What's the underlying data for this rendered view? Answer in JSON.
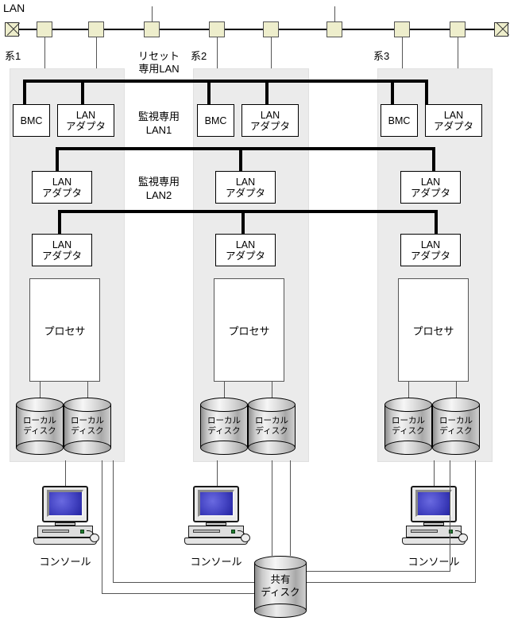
{
  "diagram": {
    "title": "LAN",
    "labels": {
      "lan": "LAN",
      "reset_lan_line1": "リセット",
      "reset_lan_line2": "専用LAN",
      "monitor_lan1_line1": "監視専用",
      "monitor_lan1_line2": "LAN1",
      "monitor_lan2_line1": "監視専用",
      "monitor_lan2_line2": "LAN2"
    },
    "systems": [
      {
        "name": "系1",
        "bmc": "BMC",
        "lan_adapter_line1": "LAN",
        "lan_adapter_line2": "アダプタ",
        "processor": "プロセサ",
        "local_disks": [
          {
            "line1": "ローカル",
            "line2": "ディスク"
          },
          {
            "line1": "ローカル",
            "line2": "ディスク"
          }
        ],
        "console": "コンソール"
      },
      {
        "name": "系2",
        "bmc": "BMC",
        "lan_adapter_line1": "LAN",
        "lan_adapter_line2": "アダプタ",
        "processor": "プロセサ",
        "local_disks": [
          {
            "line1": "ローカル",
            "line2": "ディスク"
          },
          {
            "line1": "ローカル",
            "line2": "ディスク"
          }
        ],
        "console": "コンソール"
      },
      {
        "name": "系3",
        "bmc": "BMC",
        "lan_adapter_line1": "LAN",
        "lan_adapter_line2": "アダプタ",
        "processor": "プロセサ",
        "local_disks": [
          {
            "line1": "ローカル",
            "line2": "ディスク"
          },
          {
            "line1": "ローカル",
            "line2": "ディスク"
          }
        ],
        "console": "コンソール"
      }
    ],
    "shared_disk": {
      "line1": "共有",
      "line2": "ディスク"
    },
    "bus_taps_count": 8,
    "terminators": [
      "left-terminator",
      "right-terminator"
    ],
    "colors": {
      "panel_fill": "#ebebeb",
      "tap_fill": "#eeeecc",
      "box_fill": "#ffffff",
      "bus_line": "#000000",
      "thin_line": "#555555",
      "screen_blue": "#4a4ac8"
    }
  }
}
